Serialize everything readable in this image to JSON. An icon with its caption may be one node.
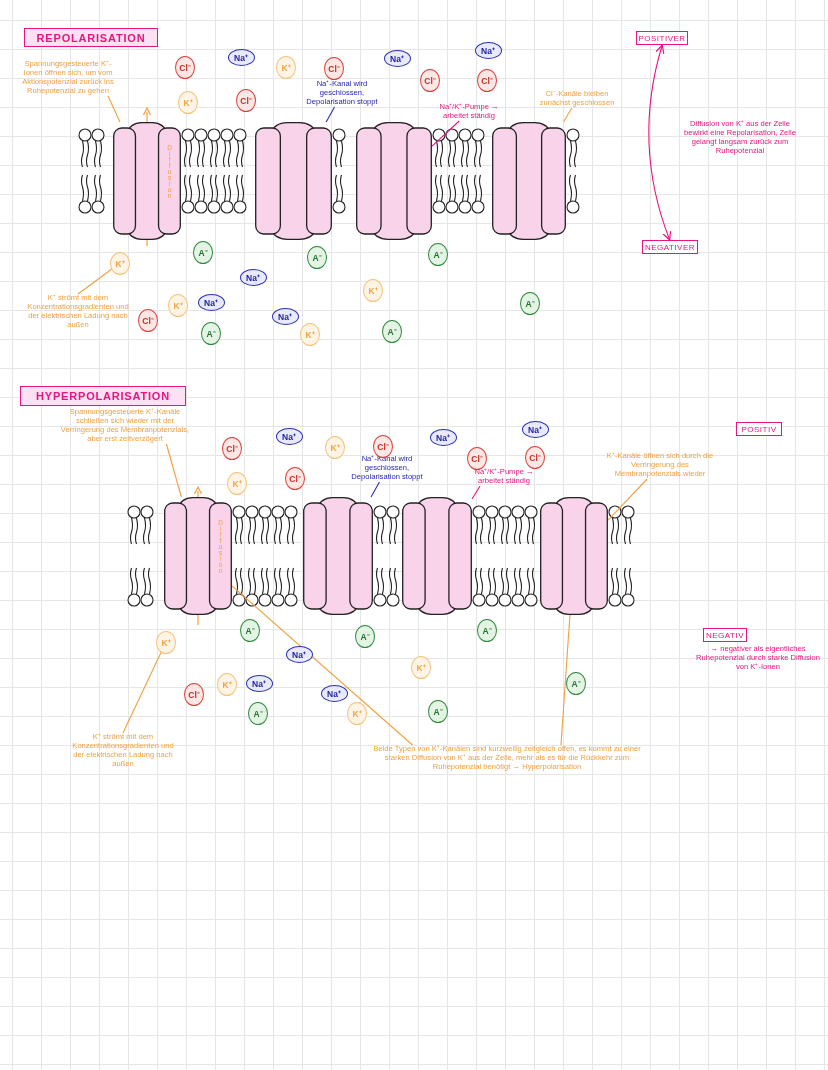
{
  "diagram": {
    "nodes": [
      {
        "text": [
          "REPOLARISATION"
        ]
      },
      {
        "text": [
          "Spannungsgesteuerte K⁺-Ionen öffnen sich, um vom Aktionspotenzial zurück ins Ruhepotenzial zu gehen"
        ]
      },
      {
        "text": [
          "Diffusion"
        ]
      },
      {
        "text": [
          "Na⁺-Kanal wird geschlossen, Depolarisation stoppt"
        ]
      },
      {
        "text": [],
        "shape": "cylinder"
      },
      {
        "text": [
          "Na⁺/K⁺-Pumpe → arbeitet ständig"
        ]
      },
      {
        "text": [],
        "shape": "cylinder"
      },
      {
        "text": [
          "Cl⁻-Kanäle bleiben zunächst geschlossen"
        ]
      },
      {
        "text": [],
        "shape": "cylinder"
      },
      {
        "text": [
          "POSITIVER"
        ]
      },
      {
        "text": [
          "NEGATIVER"
        ]
      },
      {
        "text": [
          "K⁺ strömt mit dem Konzentrationsgradienten und der elektrischen Ladung nach außen"
        ]
      },
      {
        "text": [
          "K⁺"
        ]
      },
      {
        "text": [
          "Cl⁻"
        ]
      },
      {
        "text": [
          "Na⁺"
        ]
      },
      {
        "text": [
          "K⁺"
        ]
      },
      {
        "text": [
          "Cl⁻"
        ]
      },
      {
        "text": [
          "Na⁺"
        ]
      },
      {
        "text": [
          "Na⁺"
        ]
      },
      {
        "text": [
          "K⁺"
        ]
      },
      {
        "text": [
          "Cl⁻"
        ]
      },
      {
        "text": [
          "Cl⁻"
        ]
      },
      {
        "text": [
          "Cl⁻"
        ]
      },
      {
        "text": [
          "A⁻"
        ]
      },
      {
        "text": [
          "A⁻"
        ]
      },
      {
        "text": [
          "A⁻"
        ]
      },
      {
        "text": [
          "Na⁺"
        ]
      },
      {
        "text": [
          "K⁺"
        ]
      },
      {
        "text": [
          "A⁻"
        ]
      },
      {
        "text": [
          "K⁺"
        ]
      },
      {
        "text": [
          "Na⁺"
        ]
      },
      {
        "text": [
          "Cl⁻"
        ]
      },
      {
        "text": [
          "Na⁺"
        ]
      },
      {
        "text": [
          "A⁻"
        ]
      },
      {
        "text": [
          "K⁺"
        ]
      },
      {
        "text": [
          "A⁻"
        ]
      },
      {
        "text": [
          "HYPERPOLARISATION"
        ]
      },
      {
        "text": [
          "Spannungsgesteuerte K⁺-Kanäle schließen sich wieder mit der Verringerung des Membranpotenzials, aber erst zeitverzögert"
        ]
      },
      {
        "text": [
          "Diffusion"
        ]
      },
      {
        "text": [
          "Na⁺-Kanal wird geschlossen, Depolarisation stoppt"
        ]
      },
      {
        "text": [],
        "shape": "cylinder"
      },
      {
        "text": [
          "Na⁺/K⁺-Pumpe → arbeitet ständig"
        ]
      },
      {
        "text": [],
        "shape": "cylinder"
      },
      {
        "text": [
          "K⁺-Kanäle öffnen sich durch die Verringerung des Membranpotenzials wieder"
        ]
      },
      {
        "text": [],
        "shape": "cylinder"
      },
      {
        "text": [
          "POSITIV"
        ]
      },
      {
        "text": [
          "NEGATIV"
        ],
        "beside": [
          "→ negativer als eigentliches Ruhepotenzial durch starke Diffusion von K⁺-Ionen"
        ]
      },
      {
        "text": [
          "K⁺ strömt mit dem Konzentrationsgradienten und der elektrischen Ladung nach außen"
        ]
      },
      {
        "text": [
          "K⁺"
        ]
      },
      {
        "text": [
          "Beide Typen von K⁺-Kanälen sind kurzweilig zeitgleich offen, es kommt zu einer starken Diffusion von K⁺ aus der Zelle, mehr als es für die Rückkehr zum Ruhepotenzial benötigt → Hyperpolarisation"
        ]
      },
      {
        "text": [
          "Cl⁻"
        ]
      },
      {
        "text": [
          "Na⁺"
        ]
      },
      {
        "text": [
          "K⁺"
        ]
      },
      {
        "text": [
          "Cl⁻"
        ]
      },
      {
        "text": [
          "Na⁺"
        ]
      },
      {
        "text": [
          "Na⁺"
        ]
      },
      {
        "text": [
          "K⁺"
        ]
      },
      {
        "text": [
          "Cl⁻"
        ]
      },
      {
        "text": [
          "Cl⁻"
        ]
      },
      {
        "text": [
          "Cl⁻"
        ]
      },
      {
        "text": [
          "A⁻"
        ]
      },
      {
        "text": [
          "A⁻"
        ]
      },
      {
        "text": [
          "A⁻"
        ]
      },
      {
        "text": [
          "Na⁺"
        ]
      },
      {
        "text": [
          "K⁺"
        ]
      },
      {
        "text": [
          "A⁻"
        ]
      },
      {
        "text": [
          "K⁺"
        ]
      },
      {
        "text": [
          "Na⁺"
        ]
      },
      {
        "text": [
          "Cl⁻"
        ]
      },
      {
        "text": [
          "Na⁺"
        ]
      },
      {
        "text": [
          "A⁻"
        ]
      },
      {
        "text": [
          "K⁺"
        ]
      },
      {
        "text": [
          "A⁻"
        ]
      }
    ],
    "edges": [
      {
        "from": 1,
        "to": 2,
        "arrow": "none"
      },
      {
        "from": 3,
        "to": 4,
        "arrow": "none",
        "color": "#2b2fb5"
      },
      {
        "from": 5,
        "to": 6,
        "arrow": "none",
        "color": "#e6157f"
      },
      {
        "from": 7,
        "to": 8,
        "arrow": "none"
      },
      {
        "from": 9,
        "to": 10,
        "arrow": "both",
        "color": "#e6157f"
      },
      {
        "from": 11,
        "to": 12,
        "arrow": "none"
      },
      {
        "from": 37,
        "to": 38,
        "arrow": "none"
      },
      {
        "from": 39,
        "to": 40,
        "arrow": "none",
        "color": "#2b2fb5"
      },
      {
        "from": 41,
        "to": 42,
        "arrow": "none",
        "color": "#e6157f"
      },
      {
        "from": 43,
        "to": 44,
        "arrow": "none"
      },
      {
        "from": 47,
        "to": 48,
        "arrow": "none"
      },
      {
        "from": 49,
        "to": 38,
        "arrow": "none"
      },
      {
        "from": 49,
        "to": 44,
        "arrow": "none"
      }
    ],
    "labels": [
      "Diffusion von K⁺ aus der Zelle bewirkt eine Repolarisation, Zelle gelangt langsam zurück zum Ruhepotenzial"
    ]
  }
}
